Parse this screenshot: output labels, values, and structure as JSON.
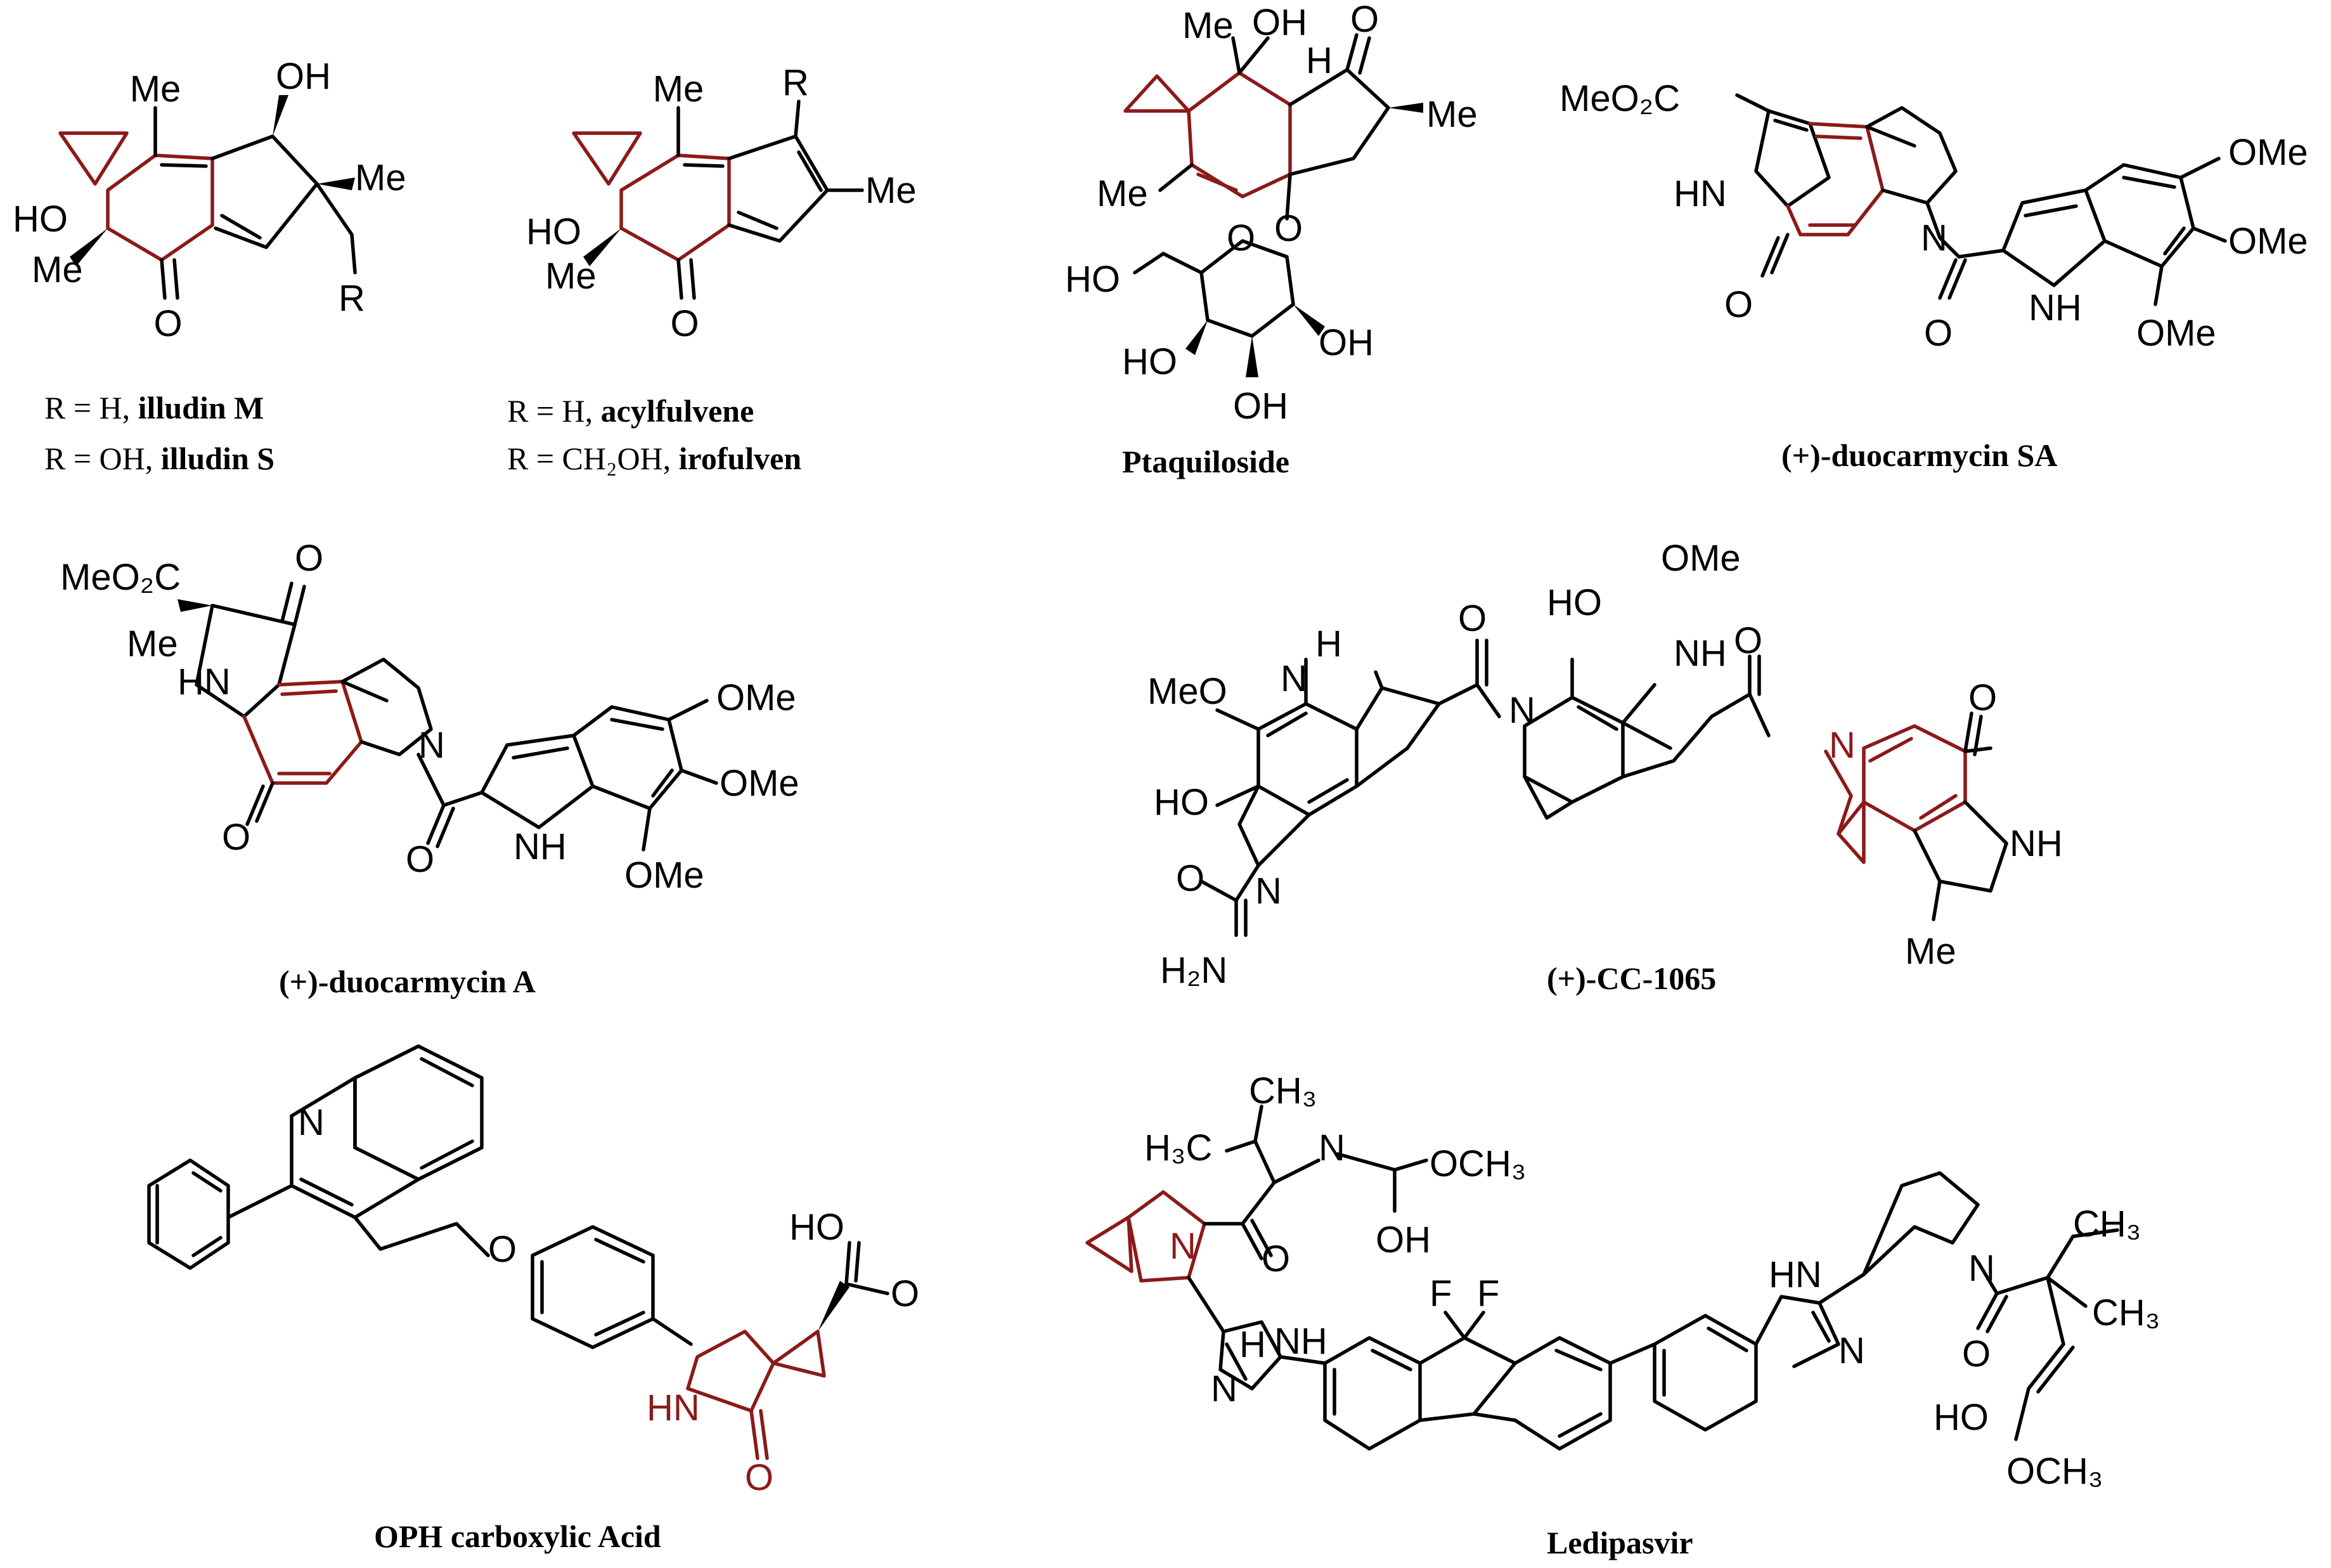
{
  "colors": {
    "bond": "#000000",
    "highlight": "#8b1a1a",
    "background": "#ffffff"
  },
  "labels": {
    "me": "Me",
    "oh": "OH",
    "ho": "HO",
    "r": "R",
    "o": "O",
    "h": "H",
    "n": "N",
    "hn": "HN",
    "nh": "NH",
    "ome": "OMe",
    "meo": "MeO",
    "meo2c": "MeO₂C",
    "h2n": "H₂N",
    "ch3": "CH₃",
    "h3c": "H₃C",
    "och3": "OCH₃",
    "f": "F"
  },
  "captions": {
    "illudin_line1_prefix": "R = H, ",
    "illudin_m": "illudin M",
    "illudin_line2_prefix": "R = OH, ",
    "illudin_s": "illudin S",
    "acyl_line1_prefix": "R = H, ",
    "acylfulvene": "acylfulvene",
    "acyl_line2_prefix": "R = CH₂OH, ",
    "irofulven": "irofulven",
    "ptaquiloside": "Ptaquiloside",
    "duocarmycin_sa": "(+)-duocarmycin SA",
    "duocarmycin_a": "(+)-duocarmycin A",
    "cc1065": "(+)-CC-1065",
    "oph": "OPH carboxylic Acid",
    "ledipasvir": "Ledipasvir"
  }
}
